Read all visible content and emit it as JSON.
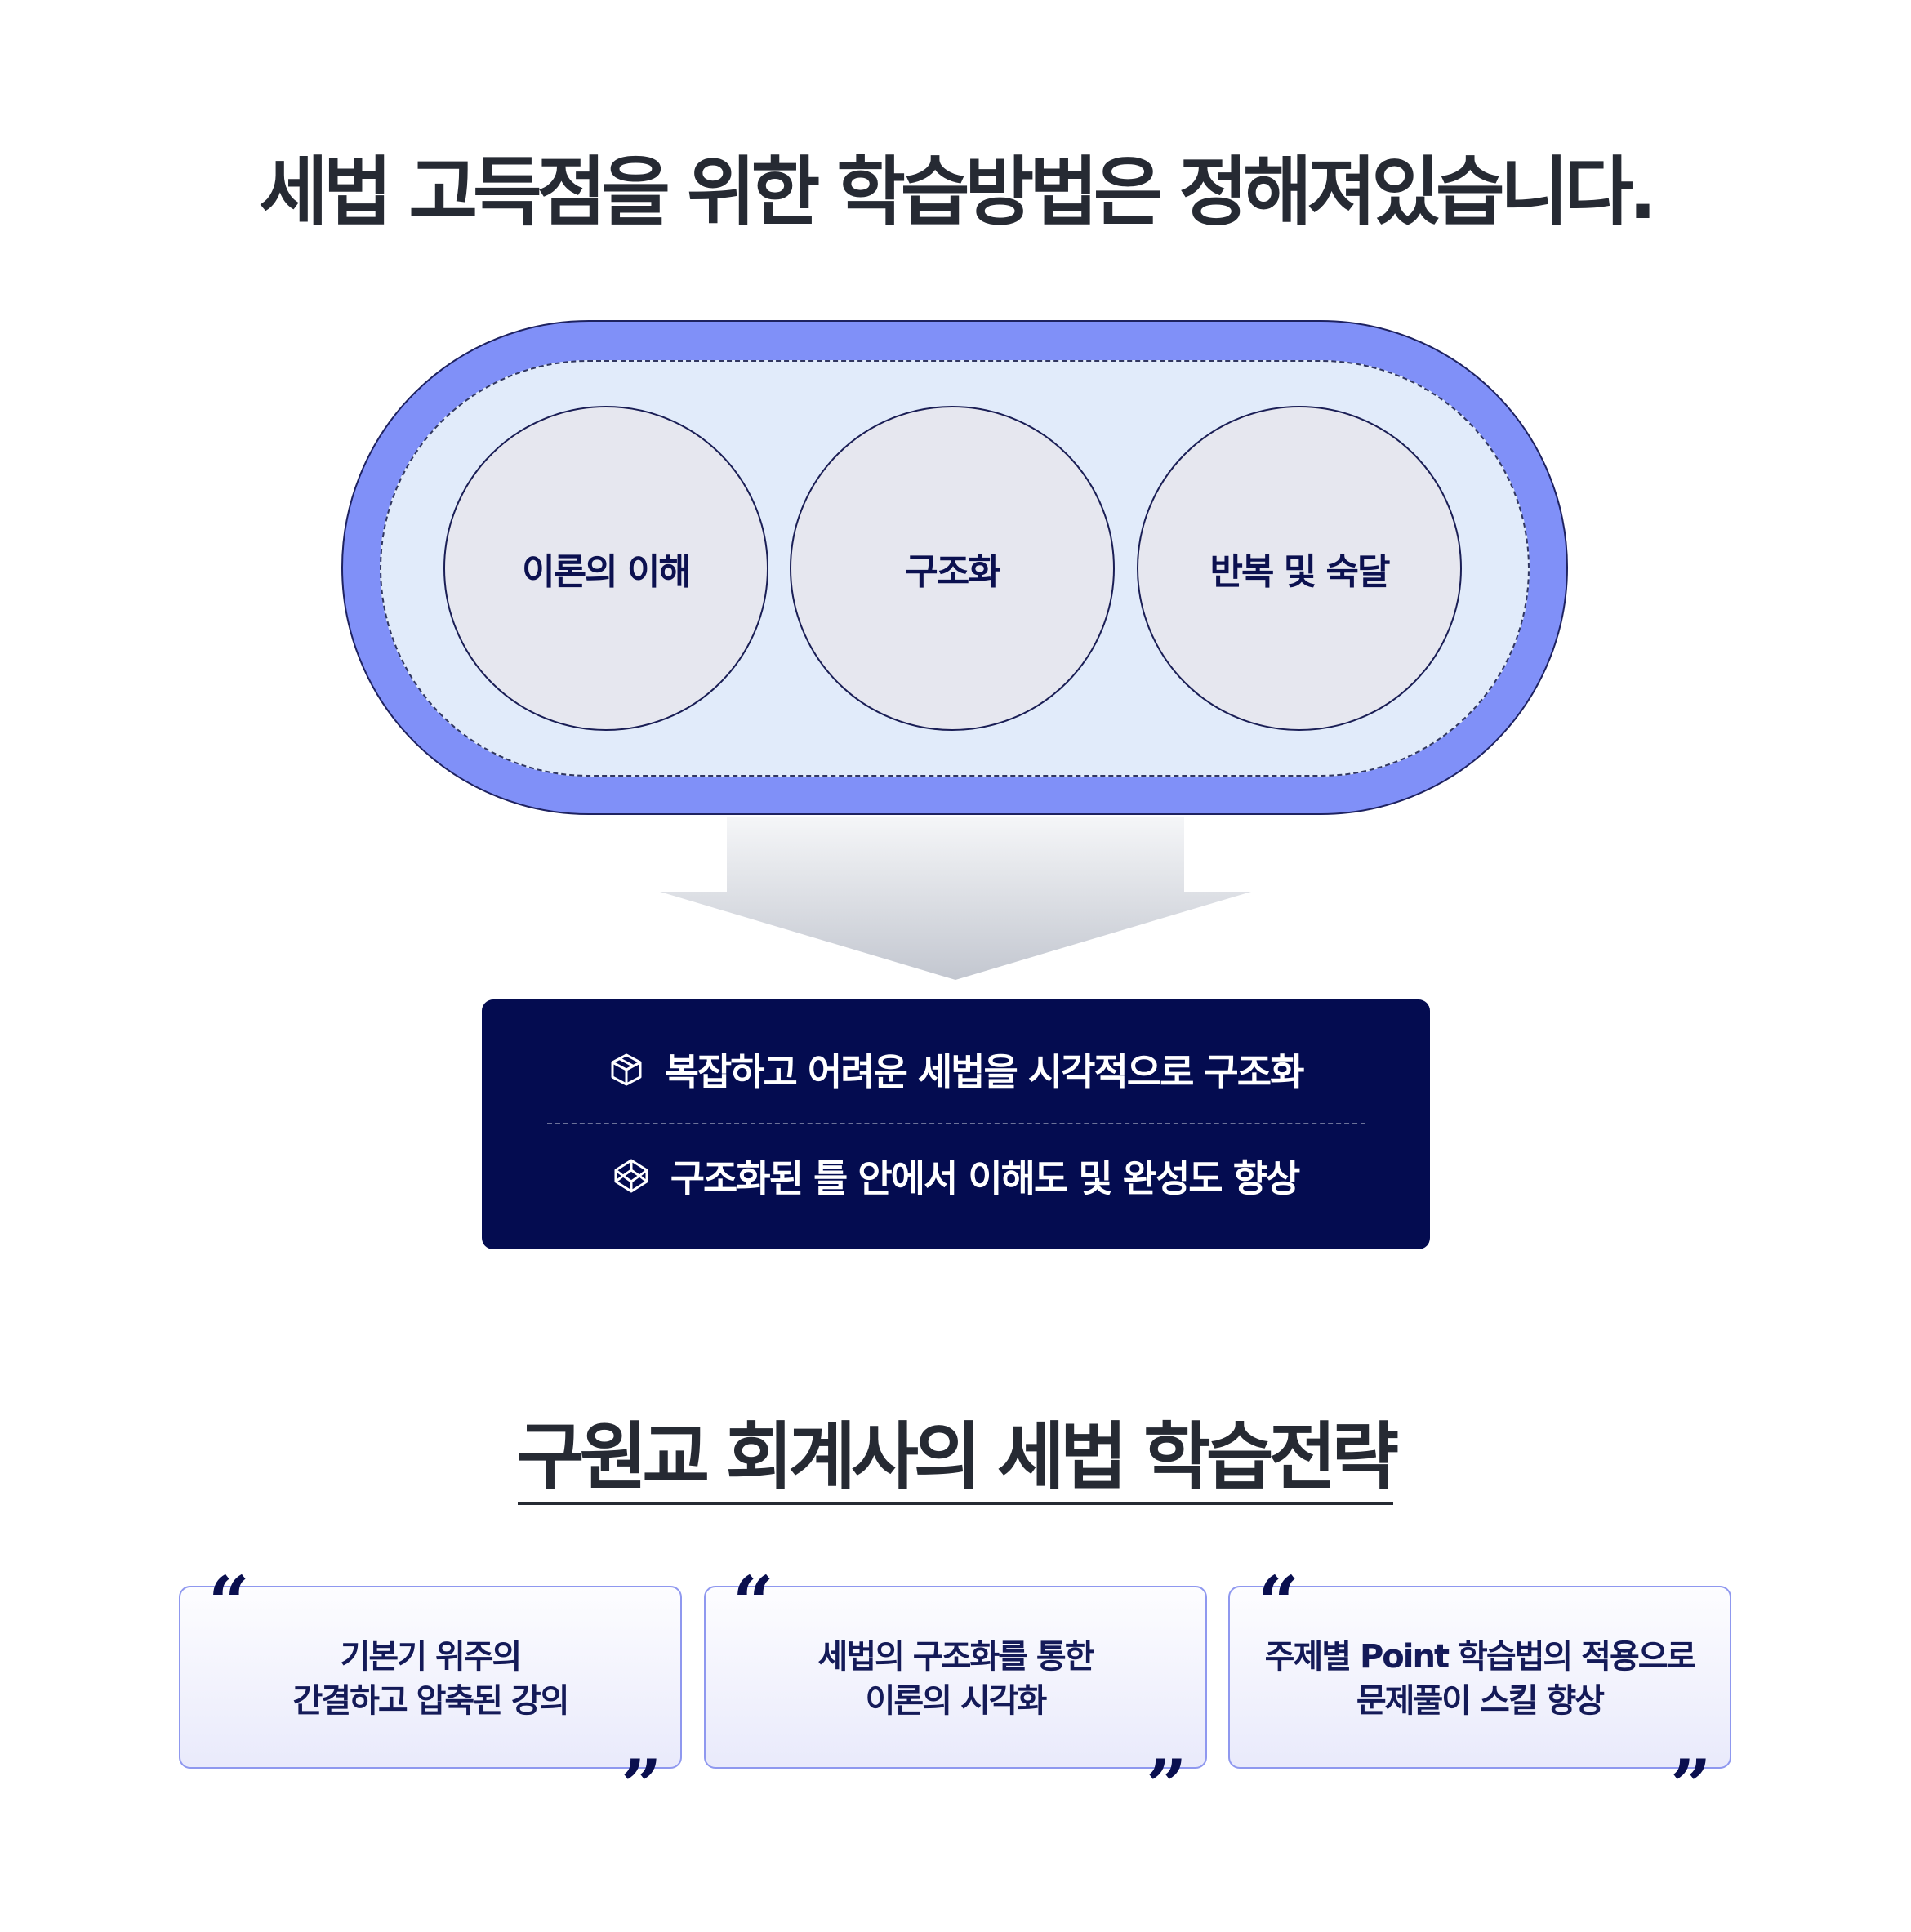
{
  "title": "세법 고득점을 위한 학습방법은 정해져있습니다.",
  "methods": [
    "이론의 이해",
    "구조화",
    "반복 및 숙달"
  ],
  "summary": [
    {
      "icon": "cube-icon",
      "text": "복잡하고 어려운 세법을 시각적으로 구조화"
    },
    {
      "icon": "codepen-icon",
      "text": "구조화된 틀 안에서 이해도 및 완성도 향상"
    }
  ],
  "strategy_title": "구원교 회계사의 세법 학습전략",
  "strategy_cards": [
    {
      "line1": "기본기 위주의",
      "line2": "간결하고 압축된 강의"
    },
    {
      "line1": "세법의 구조화를 통한",
      "line2": "이론의 시각화"
    },
    {
      "line1": "주제별 Point 학습법의 적용으로",
      "line2": "문제풀이 스킬 향상"
    }
  ],
  "quote_open": "“",
  "quote_close": "”",
  "colors": {
    "pill_outer": "#8090f8",
    "pill_inner": "#e1ebfa",
    "circle": "#e6e7ef",
    "navy": "#040c50",
    "title_text": "#262a33"
  }
}
